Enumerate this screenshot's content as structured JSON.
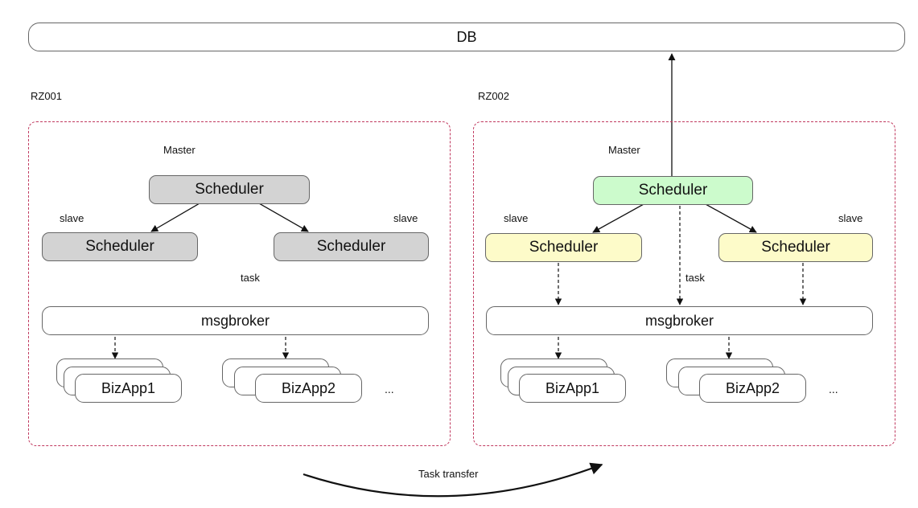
{
  "db": {
    "label": "DB"
  },
  "zones": [
    {
      "label": "RZ001",
      "master_label": "Master",
      "master": "Scheduler",
      "slave_left_label": "slave",
      "slave_left": "Scheduler",
      "slave_right_label": "slave",
      "slave_right": "Scheduler",
      "task_label": "task",
      "broker": "msgbroker",
      "apps": [
        "BizApp1",
        "BizApp2"
      ],
      "more": "..."
    },
    {
      "label": "RZ002",
      "master_label": "Master",
      "master": "Scheduler",
      "slave_left_label": "slave",
      "slave_left": "Scheduler",
      "slave_right_label": "slave",
      "slave_right": "Scheduler",
      "task_label": "task",
      "broker": "msgbroker",
      "apps": [
        "BizApp1",
        "BizApp2"
      ],
      "more": "..."
    }
  ],
  "transfer_label": "Task  transfer",
  "colors": {
    "zone_border": "#c0395f",
    "idle_scheduler": "#d3d3d3",
    "active_master": "#ccfbcc",
    "active_slave": "#fdfbc9"
  }
}
